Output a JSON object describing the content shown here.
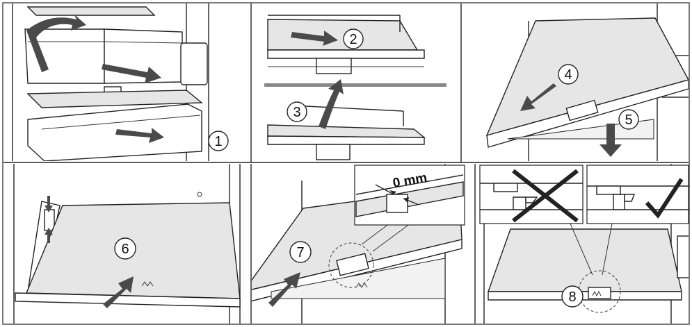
{
  "steps": {
    "s1": "1",
    "s2": "2",
    "s3": "3",
    "s4": "4",
    "s5": "5",
    "s6": "6",
    "s7": "7",
    "s8": "8"
  },
  "gap_label": "0 mm",
  "colors": {
    "arrow": "#4a4a4a",
    "shelf": "#e6e6e6",
    "line": "#222222"
  }
}
